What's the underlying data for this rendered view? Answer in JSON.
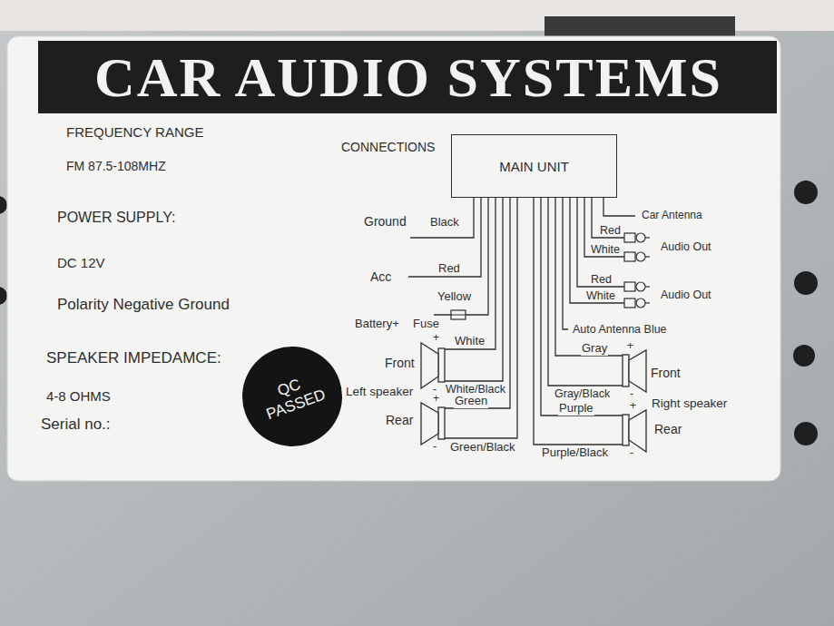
{
  "diagram": {
    "title": "CAR AUDIO SYSTEMS",
    "nodes": [
      {
        "text": [
          "MAIN UNIT"
        ]
      },
      {
        "text": [
          "QC PASSED"
        ]
      }
    ],
    "labels": [
      "FREQUENCY RANGE",
      "FM 87.5-108MHZ",
      "POWER SUPPLY:",
      "DC 12V",
      "Polarity Negative Ground",
      "SPEAKER IMPEDAMCE:",
      "4-8 OHMS",
      "Serial no.:",
      "CONNECTIONS",
      "Ground",
      "Black",
      "Acc",
      "Red",
      "Yellow",
      "Battery+",
      "Fuse",
      "Car Antenna",
      "Red",
      "White",
      "Audio Out",
      "Red",
      "White",
      "Audio Out",
      "Auto Antenna Blue",
      "White",
      "+",
      "Front",
      "White/Black",
      "-",
      "Left speaker",
      "+",
      "Green",
      "Rear",
      "Green/Black",
      "-",
      "Gray",
      "+",
      "Front",
      "Gray/Black",
      "-",
      "Right speaker",
      "Purple",
      "+",
      "Rear",
      "Purple/Black",
      "-"
    ]
  }
}
